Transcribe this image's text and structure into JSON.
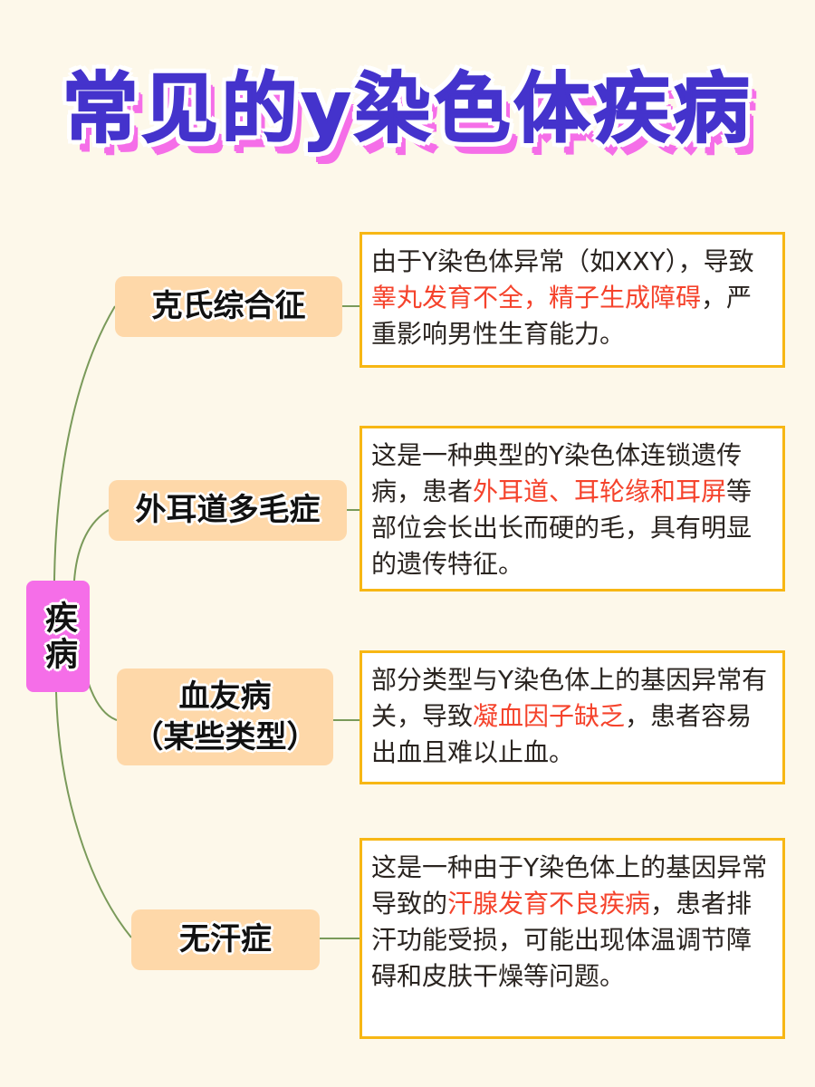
{
  "title": "常见的y染色体疾病",
  "root": {
    "label": "疾病"
  },
  "colors": {
    "background": "#fdf8ea",
    "title": "#4433cc",
    "title_shadow": "#f56ee8",
    "root": "#f56ee8",
    "node": "#fed8a9",
    "box_border": "#f7b714",
    "highlight": "#f5432c",
    "connector": "#7a9a5a"
  },
  "diseases": [
    {
      "name": "克氏综合征",
      "description": [
        {
          "text": "由于Y染色体异常（如XXY），导致",
          "highlight": false
        },
        {
          "text": "睾丸发育不全，精子生成障碍",
          "highlight": true
        },
        {
          "text": "，严重影响男性生育能力。",
          "highlight": false
        }
      ]
    },
    {
      "name": "外耳道多毛症",
      "description": [
        {
          "text": "这是一种典型的Y染色体连锁遗传病，患者",
          "highlight": false
        },
        {
          "text": "外耳道、耳轮缘和耳屏",
          "highlight": true
        },
        {
          "text": "等部位会长出长而硬的毛，具有明显的遗传特征。",
          "highlight": false
        }
      ]
    },
    {
      "name_line1": "血友病",
      "name_line2": "（某些类型）",
      "description": [
        {
          "text": "部分类型与Y染色体上的基因异常有关，导致",
          "highlight": false
        },
        {
          "text": "凝血因子缺乏",
          "highlight": true
        },
        {
          "text": "，患者容易出血且难以止血。",
          "highlight": false
        }
      ]
    },
    {
      "name": "无汗症",
      "description": [
        {
          "text": "这是一种由于Y染色体上的基因异常导致的",
          "highlight": false
        },
        {
          "text": "汗腺发育不良疾病",
          "highlight": true
        },
        {
          "text": "，患者排汗功能受损，可能出现体温调节障碍和皮肤干燥等问题。",
          "highlight": false
        }
      ]
    }
  ]
}
